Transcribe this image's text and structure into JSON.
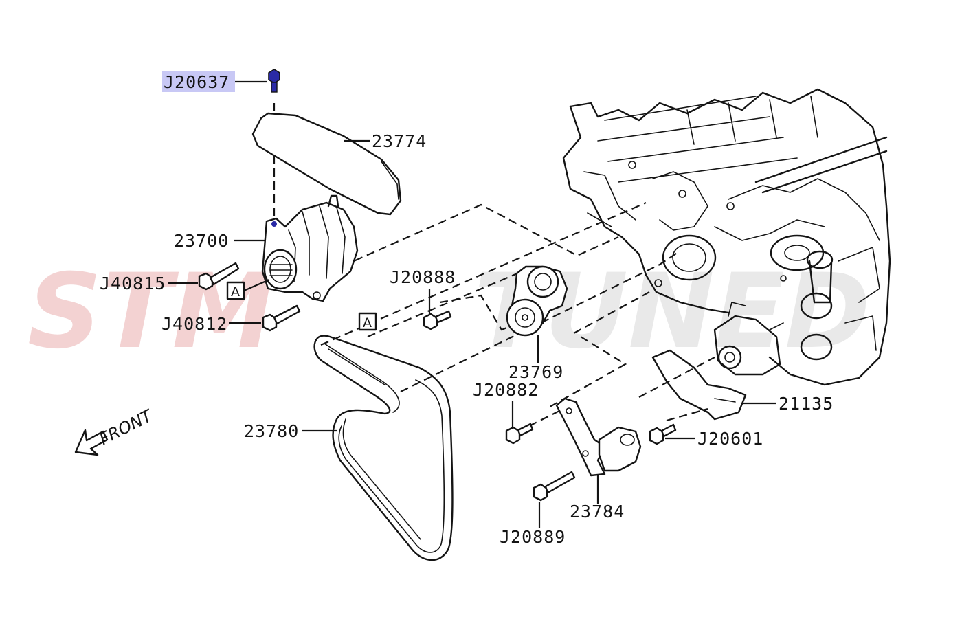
{
  "watermark": {
    "part1": "STM",
    "part2": "TUNED",
    "colors": {
      "part1": "#f3d2d2",
      "part2": "#e9e9e9"
    }
  },
  "highlight_color": "#c8c8f5",
  "parts": {
    "p_j20637": "J20637",
    "p_23774": "23774",
    "p_23700": "23700",
    "p_j40815": "J40815",
    "p_j40812": "J40812",
    "p_j20888": "J20888",
    "p_23769": "23769",
    "p_j20882": "J20882",
    "p_21135": "21135",
    "p_j20601": "J20601",
    "p_23780": "23780",
    "p_23784": "23784",
    "p_j20889": "J20889"
  },
  "refs": {
    "ref_a_1": "A",
    "ref_a_2": "A"
  },
  "front_indicator": "FRONT"
}
